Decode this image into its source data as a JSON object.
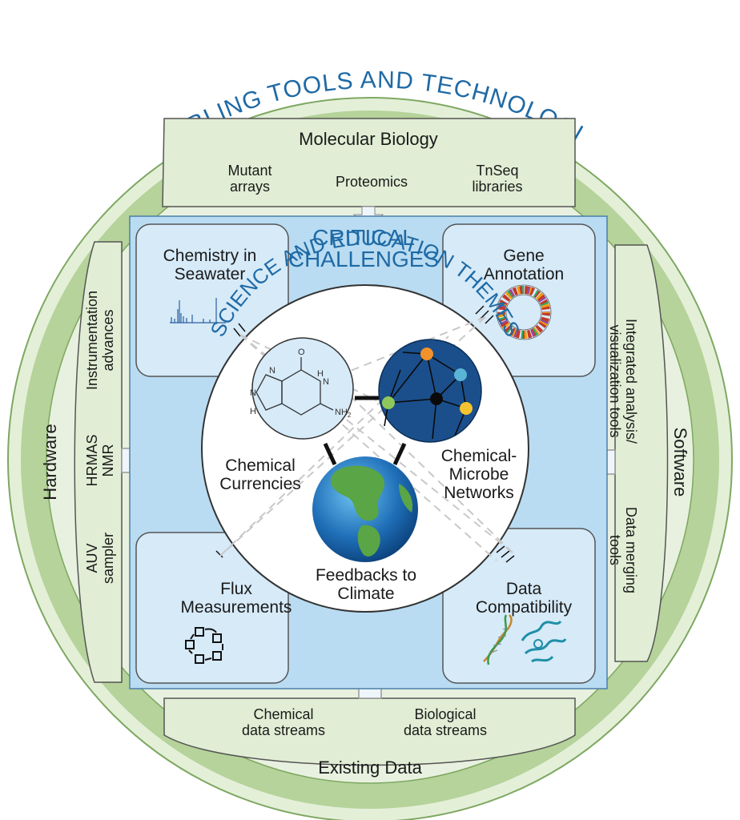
{
  "outer_title": "ENABLING TOOLS AND TECHNOLOGIES",
  "molecular_biology": {
    "title": "Molecular Biology",
    "items": [
      "Mutant\narrays",
      "Proteomics",
      "TnSeq\nlibraries"
    ]
  },
  "hardware": {
    "title": "Hardware",
    "items": [
      "Instrumentation\nadvances",
      "HRMAS\nNMR",
      "AUV\nsampler"
    ]
  },
  "software": {
    "title": "Software",
    "items": [
      "Integrated analysis/\nvisualization tools",
      "Data merging\ntools"
    ]
  },
  "existing_data": {
    "title": "Existing Data",
    "items": [
      "Chemical\ndata streams",
      "Biological\ndata streams"
    ]
  },
  "critical_challenges": {
    "title_line1": "CRITICAL",
    "title_line2": "CHALLENGES",
    "boxes": [
      "Chemistry in\nSeawater",
      "Gene\nAnnotation",
      "Flux\nMeasurements",
      "Data\nCompatibility"
    ]
  },
  "themes": {
    "title": "SCIENCE AND EDUCATION THEMES",
    "labels": [
      "Chemical\nCurrencies",
      "Chemical-\nMicrobe\nNetworks",
      "Feedbacks to\nClimate"
    ],
    "molecule_labels": [
      "O",
      "N",
      "H",
      "N",
      "N",
      "H",
      "NH"
    ],
    "molecule_subscript": "2"
  },
  "colors": {
    "outer_ring": "#b5d39a",
    "outer_fill": "#e4efd8",
    "inner_square": "#b9dcf2",
    "box_fill": "#d6eaf8",
    "title_blue": "#1f6aa5",
    "network_circle": "#1b4f8c"
  }
}
